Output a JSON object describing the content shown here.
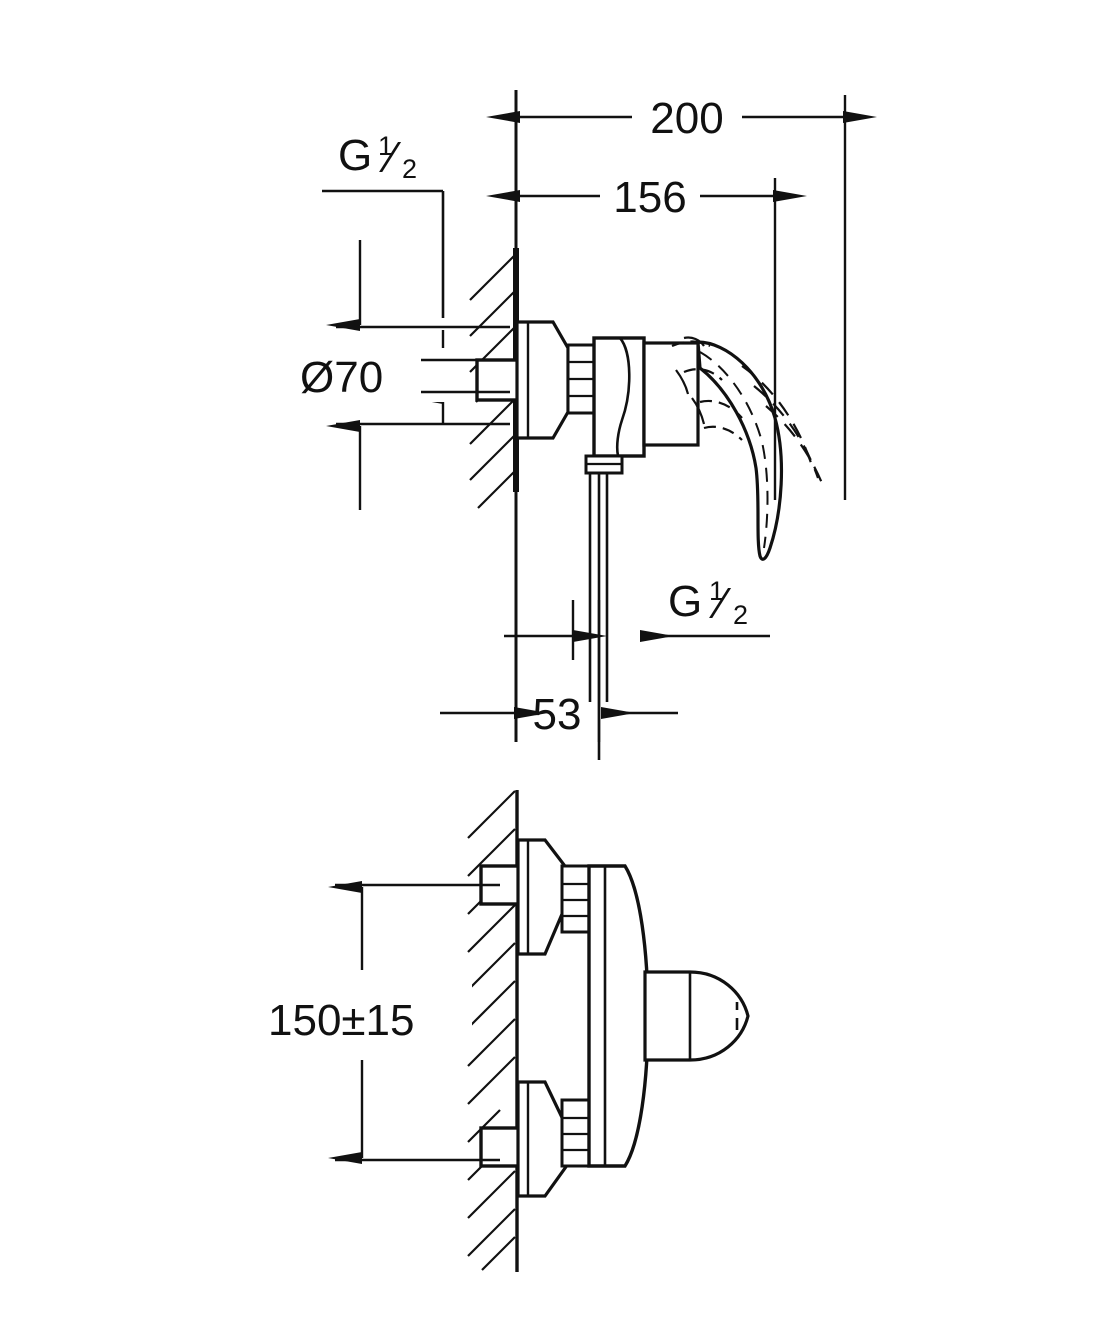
{
  "drawing": {
    "type": "technical-dimension-drawing",
    "subject": "Wall-mounted single-lever shower mixer",
    "units": "mm",
    "line_color": "#111111",
    "background_color": "#ffffff"
  },
  "views": {
    "top": {
      "name": "side-elevation-view",
      "description": "Side section showing wall, escutcheons, mixer body, lever handle and hose outlet"
    },
    "bottom": {
      "name": "front-elevation-view",
      "description": "Front section showing wall, upper and lower inlets, body and handle"
    }
  },
  "dimensions": {
    "overall_projection": {
      "label": "200",
      "view": "top",
      "orientation": "horizontal"
    },
    "body_projection": {
      "label": "156",
      "view": "top",
      "orientation": "horizontal"
    },
    "escutcheon_diameter": {
      "label": "Ø70",
      "view": "top",
      "orientation": "vertical"
    },
    "inlet_thread_top": {
      "label": "G",
      "fraction_num": "1",
      "fraction_den": "2",
      "view": "top"
    },
    "outlet_thread": {
      "label": "G",
      "fraction_num": "1",
      "fraction_den": "2",
      "view": "top"
    },
    "outlet_offset": {
      "label": "53",
      "view": "top",
      "orientation": "horizontal"
    },
    "inlet_centres": {
      "label": "150±15",
      "view": "bottom",
      "orientation": "vertical"
    }
  },
  "labels": {
    "dim_200": "200",
    "dim_156": "156",
    "dim_d70": "Ø70",
    "dim_53": "53",
    "dim_150": "150±15",
    "thread_g": "G",
    "thread_num": "1",
    "thread_den": "2"
  }
}
